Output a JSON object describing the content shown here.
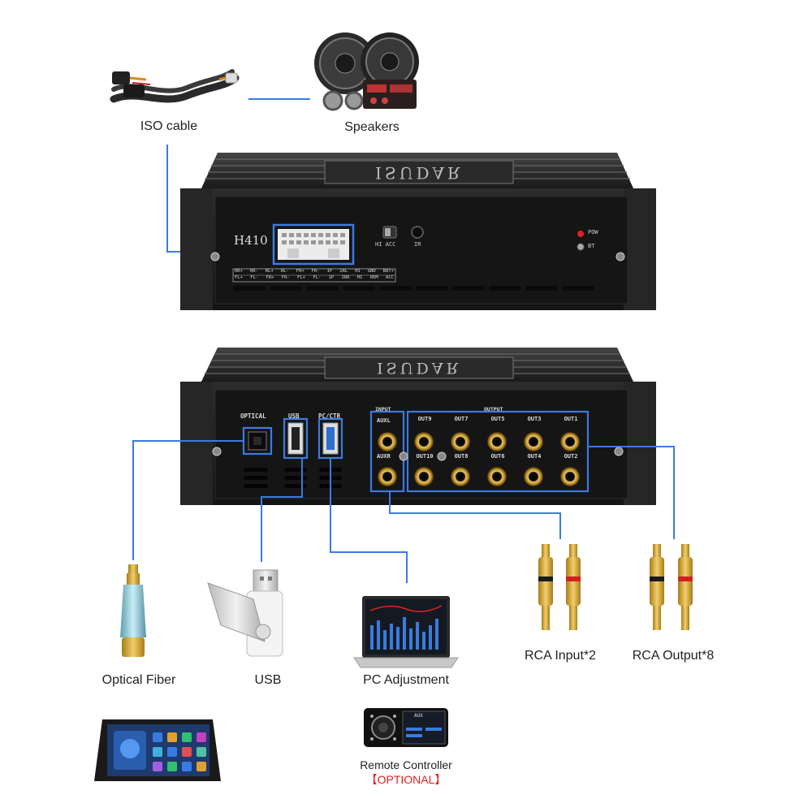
{
  "top_items": {
    "iso_cable": "ISO cable",
    "speakers": "Speakers"
  },
  "front_panel": {
    "brand": "ISUDAR",
    "model": "H410",
    "switch_label": "HI ACC",
    "ir_label": "IR",
    "pow_label": "POW",
    "bt_label": "BT",
    "pin_row_1": [
      "RR+",
      "RR-",
      "RL+",
      "RL-",
      "FR+",
      "FR-",
      "IP",
      "IRL",
      "HI",
      "GND",
      "BAT+"
    ],
    "pin_row_2": [
      "FL+",
      "FL-",
      "FR+",
      "FR-",
      "FL+",
      "FL-",
      "IP",
      "IRR",
      "HI",
      "REM",
      "ACC"
    ]
  },
  "rear_panel": {
    "brand": "ISUDAR",
    "optical": "OPTICAL",
    "usb": "USB",
    "pc_ctr": "PC/CTR",
    "input_title": "INPUT",
    "output_title": "OUTPUT",
    "inputs": [
      "AUXL",
      "AUXR"
    ],
    "outputs_top": [
      "OUT9",
      "OUT7",
      "OUT5",
      "OUT3",
      "OUT1"
    ],
    "outputs_bottom": [
      "OUT10",
      "OUT8",
      "OUT6",
      "OUT4",
      "OUT2"
    ]
  },
  "accessories": {
    "optical_fiber": "Optical Fiber",
    "usb": "USB",
    "pc_adjustment": "PC Adjustment",
    "rca_input": "RCA Input*2",
    "rca_output": "RCA Output*8",
    "remote": "Remote Controller",
    "optional": "【OPTIONAL】",
    "remote_screen": "AUX"
  },
  "colors": {
    "connector_line": "#3a7be0",
    "optional_text": "#e02020",
    "unit_body": "#1e1e1e",
    "rca_gold": "#d4a62a"
  }
}
